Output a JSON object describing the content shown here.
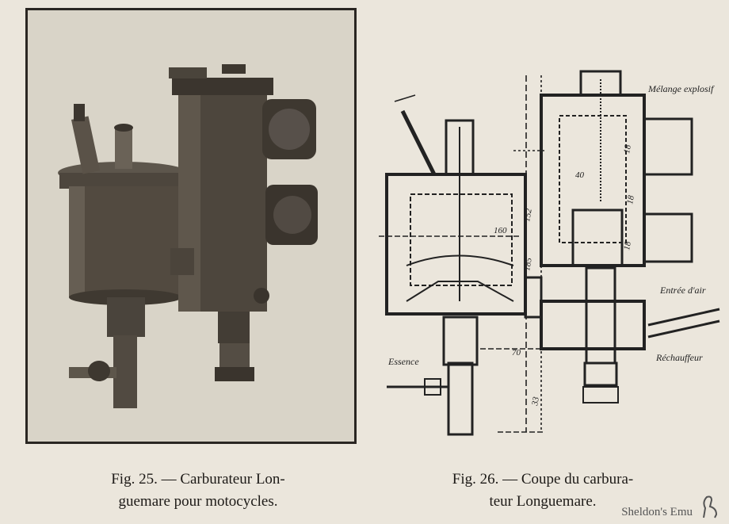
{
  "figures": {
    "left": {
      "label": "Fig. 25.",
      "caption_line1": "Fig. 25. — Carburateur Lon-",
      "caption_line2": "guemare pour motocycles."
    },
    "right": {
      "label": "Fig. 26.",
      "caption_line1": "Fig. 26. — Coupe du carbura-",
      "caption_line2": "teur Longuemare."
    }
  },
  "diagram_labels": {
    "melange": "Mélange explosif",
    "entree_air": "Entrée d'air",
    "rechauffeur": "Réchauffeur",
    "essence": "Essence"
  },
  "dimensions": {
    "d160": "160",
    "d152": "152",
    "d185": "185",
    "d70": "70",
    "d33": "33",
    "d40": "40",
    "d18a": "18",
    "d18b": "18",
    "d18c": "18"
  },
  "watermark": "Sheldon's Emu",
  "colors": {
    "paper": "#ebe6dc",
    "ink": "#222222",
    "photo": "#d8d3c7"
  }
}
